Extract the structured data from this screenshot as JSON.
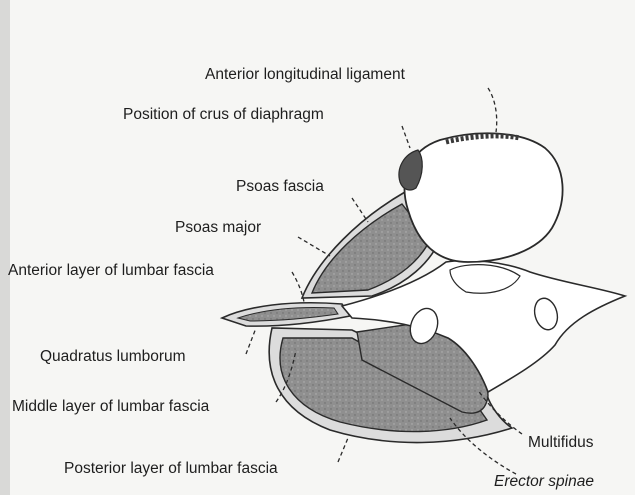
{
  "labels": {
    "anterior_longitudinal_ligament": "Anterior longitudinal ligament",
    "crus_of_diaphragm": "Position of crus of diaphragm",
    "psoas_fascia": "Psoas fascia",
    "psoas_major": "Psoas major",
    "anterior_layer_lumbar_fascia": "Anterior layer of lumbar fascia",
    "quadratus_lumborum": "Quadratus lumborum",
    "middle_layer_lumbar_fascia": "Middle layer of lumbar fascia",
    "posterior_layer_lumbar_fascia": "Posterior layer of lumbar fascia",
    "multifidus": "Multifidus",
    "erector_spinae": "Erector spinae"
  },
  "colors": {
    "background": "#f6f6f4",
    "outline": "#2a2a2a",
    "muscle_fill": "#8f8f8f",
    "bone_fill": "#ffffff",
    "fascia_fill": "#dcdcdc",
    "crus_fill": "#555555"
  }
}
